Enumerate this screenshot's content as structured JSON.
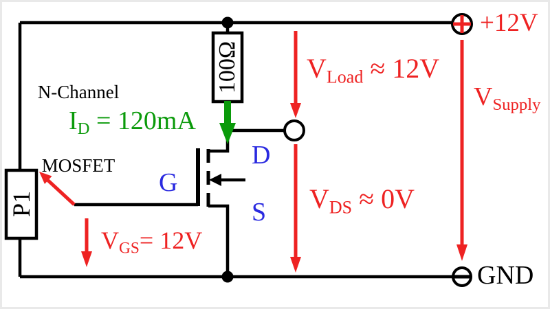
{
  "title": {
    "line1": "N-Channel",
    "line2": "MOSFET"
  },
  "components": {
    "resistor_label": "100Ω",
    "potentiometer_label": "P1",
    "mosfet": {
      "drain_label": "D",
      "gate_label": "G",
      "source_label": "S"
    }
  },
  "terminals": {
    "supply_label": "+12V",
    "ground_label": "GND"
  },
  "annotations": {
    "drain_current": {
      "base": "I",
      "sub": "D",
      "rest": " = 120mA"
    },
    "v_load": {
      "base": "V",
      "sub": "Load",
      "rest": " ≈ 12V"
    },
    "v_supply": {
      "base": "V",
      "sub": "Supply",
      "rest": ""
    },
    "v_ds": {
      "base": "V",
      "sub": "DS",
      "rest": " ≈ 0V"
    },
    "v_gs": {
      "base": "V",
      "sub": "GS",
      "rest": "= 12V"
    }
  },
  "colors": {
    "wire": "#000000",
    "annotation_red": "#ee2222",
    "current_green": "#0a9a0a",
    "terminal_blue": "#2a2ae0",
    "background": "#ffffff"
  }
}
